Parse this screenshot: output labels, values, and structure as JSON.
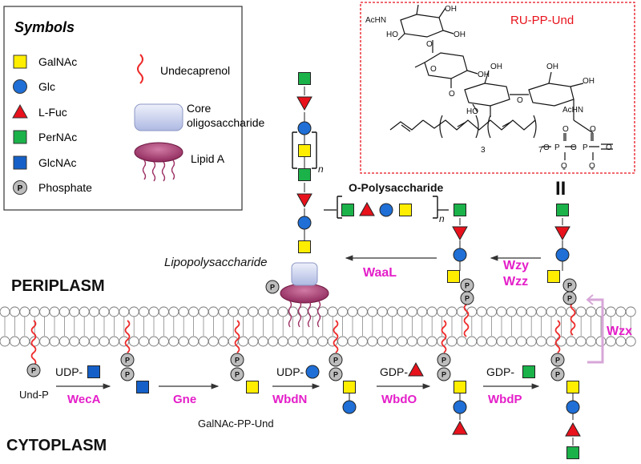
{
  "legend": {
    "title": "Symbols",
    "galnac": "GalNAc",
    "glc": "Glc",
    "fuc": "L-Fuc",
    "pernac": "PerNAc",
    "glcnac": "GlcNAc",
    "phosphate": "Phosphate",
    "phosphate_glyph": "P",
    "undecaprenol": "Undecaprenol",
    "core_line1": "Core",
    "core_line2": "oligosaccharide",
    "lipid_a": "Lipid A"
  },
  "inset": {
    "title": "RU-PP-Und",
    "labels": {
      "achn": "AcHN",
      "achn2": "AcHN",
      "oh": "OH",
      "ho": "HO",
      "o": "O",
      "p": "P",
      "minus": "-",
      "sub3": "3",
      "sub7": "7"
    }
  },
  "regions": {
    "periplasm": "PERIPLASM",
    "cytoplasm": "CYTOPLASM"
  },
  "labels": {
    "lipopolysaccharide": "Lipopolysaccharide",
    "o_polysaccharide": "O-Polysaccharide",
    "repeat_n": "n",
    "und_p": "Und-P",
    "galnac_pp_und": "GalNAc-PP-Und",
    "udp": "UDP-",
    "gdp": "GDP-"
  },
  "enzymes": {
    "weca": "WecA",
    "gne": "Gne",
    "wbdn": "WbdN",
    "wbdo": "WbdO",
    "wbdp": "WbdP",
    "waal": "WaaL",
    "wzy": "Wzy",
    "wzz": "Wzz",
    "wzx": "Wzx"
  },
  "colors": {
    "galnac": "#ffee00",
    "glc": "#1f6fd6",
    "fuc": "#e8121c",
    "pernac": "#1bb24a",
    "glcnac": "#1560c8",
    "phosphate": "#bdbdbd",
    "enzyme": "#e41ec9",
    "undecaprenol": "#ee2a2a",
    "inset_border": "#e8121c",
    "core": "#c9d3f2",
    "lipid_a": "#9c2f63",
    "membrane_bead": "#ffffff"
  }
}
